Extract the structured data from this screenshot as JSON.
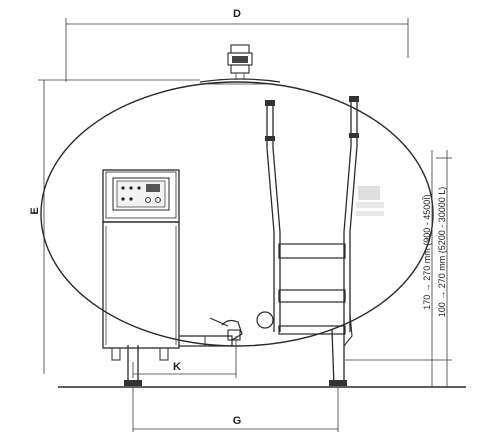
{
  "dimensions": {
    "overall_length": "D",
    "overall_height": "E",
    "outlet_distance": "K",
    "leg_spacing": "G"
  },
  "leg_adjustment": {
    "small_range": "170 → 270 mm (900 - 4500Ī)",
    "large_range": "100 → 270 mm (5200 - 30000 L)"
  },
  "icons": [
    "tank-body",
    "agitator-motor",
    "control-panel",
    "ladder",
    "outlet-valve",
    "manhole"
  ]
}
